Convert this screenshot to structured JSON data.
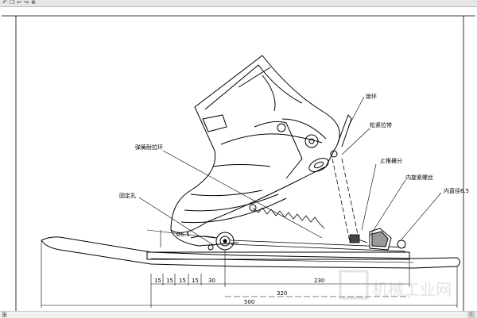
{
  "toolbar": {
    "buttons": [
      {
        "name": "rotate-left-icon",
        "glyph": "↶"
      },
      {
        "name": "copy-icon",
        "glyph": "❐"
      },
      {
        "name": "back-icon",
        "glyph": "↩"
      },
      {
        "name": "forward-icon",
        "glyph": "↪"
      },
      {
        "name": "close-icon",
        "glyph": "⊗"
      }
    ]
  },
  "labels": {
    "lock_ring": "锁环",
    "tension_strap": "松紧拉带",
    "spring_ring": "弹簧耐拉环",
    "limit_part": "止推器分",
    "inner_nut": "内旋紧螺丝",
    "inner_hole": "内直径6.5",
    "fixing_hole": "固定孔",
    "diameter": "Ø6.5"
  },
  "dimensions": {
    "d15_1": "15",
    "d15_2": "15",
    "d15_3": "15",
    "d15_4": "15",
    "d30": "30",
    "d230": "230",
    "d320": "320",
    "d500": "500"
  },
  "status": {
    "left": "张",
    "right": "C"
  },
  "watermark": {
    "text": "机械工业网"
  }
}
